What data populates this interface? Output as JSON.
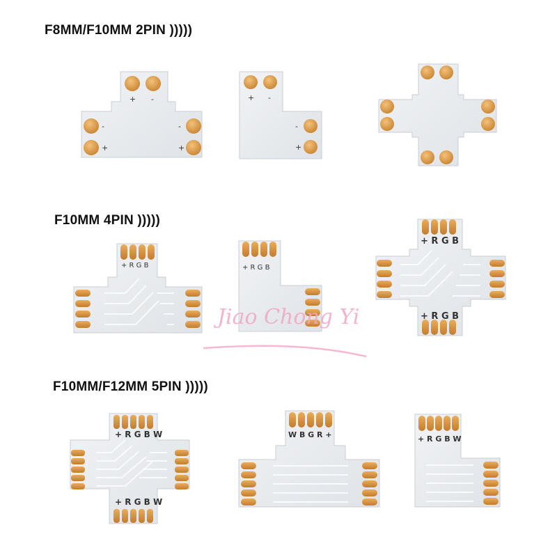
{
  "sections": [
    {
      "title": "F8MM/F10MM 2PIN )))))"
    },
    {
      "title": "F10MM 4PIN )))))"
    },
    {
      "title": "F10MM/F12MM 5PIN )))))"
    }
  ],
  "watermark": "Jiao Chong Yi",
  "colors": {
    "board": "#e9ecef",
    "board_edge": "#c9ced4",
    "pad": "#e0a24c",
    "pad_dark": "#c07a2a",
    "trace": "#f7f8f9",
    "watermark": "#f2a6c4"
  },
  "pin_labels": {
    "two_pin": [
      "-",
      "+"
    ],
    "four_pin": [
      "+",
      "R",
      "G",
      "B"
    ],
    "five_pin": [
      "+",
      "R",
      "G",
      "B",
      "W"
    ]
  },
  "connectors": [
    {
      "name": "2pin-t-connector",
      "shape": "T",
      "pins": 2
    },
    {
      "name": "2pin-l-connector",
      "shape": "L",
      "pins": 2
    },
    {
      "name": "2pin-cross-connector",
      "shape": "cross",
      "pins": 2
    },
    {
      "name": "4pin-t-connector",
      "shape": "T",
      "pins": 4
    },
    {
      "name": "4pin-l-connector",
      "shape": "L",
      "pins": 4
    },
    {
      "name": "4pin-cross-connector",
      "shape": "cross",
      "pins": 4
    },
    {
      "name": "5pin-cross-connector",
      "shape": "cross",
      "pins": 5
    },
    {
      "name": "5pin-t-connector",
      "shape": "T",
      "pins": 5
    },
    {
      "name": "5pin-l-connector",
      "shape": "L",
      "pins": 5
    }
  ]
}
